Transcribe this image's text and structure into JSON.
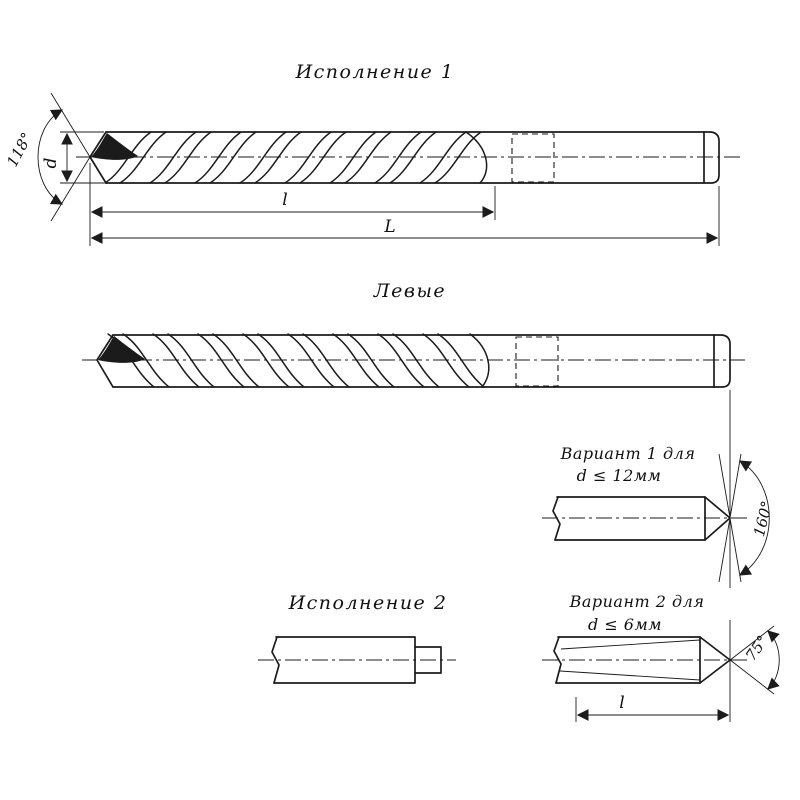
{
  "colors": {
    "line": "#1b1b1b",
    "background": "#ffffff"
  },
  "sections": {
    "version1": {
      "title": "Исполнение 1",
      "point_angle": "118°",
      "diameter_label": "d",
      "flute_length_label": "l",
      "overall_length_label": "L"
    },
    "left_hand": {
      "title": "Левые"
    },
    "variant1": {
      "title_line1": "Вариант 1 для",
      "title_line2": "d ≤ 12мм",
      "shank_end_angle": "160°"
    },
    "version2": {
      "title": "Исполнение 2"
    },
    "variant2": {
      "title_line1": "Вариант 2 для",
      "title_line2": "d ≤ 6мм",
      "point_angle": "75°",
      "length_label": "l"
    }
  }
}
